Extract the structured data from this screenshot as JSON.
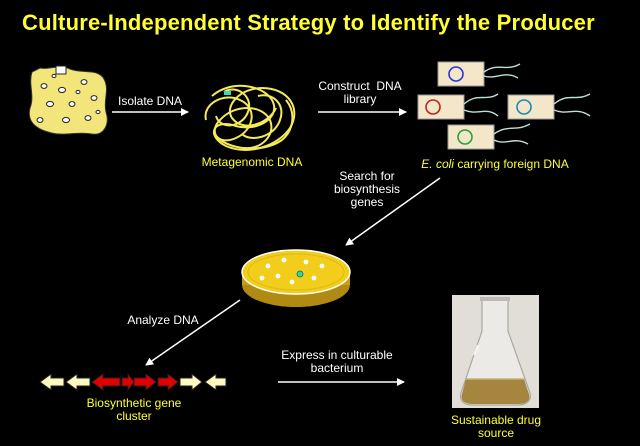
{
  "title": "Culture-Independent Strategy to Identify the Producer",
  "steps": {
    "isolate_dna": "Isolate DNA",
    "construct_library_line1": "Construct  DNA",
    "construct_library_line2": "library",
    "search_line1": "Search for",
    "search_line2": "biosynthesis",
    "search_line3": "genes",
    "analyze_dna": "Analyze DNA",
    "express_line1": "Express in culturable",
    "express_line2": "bacterium"
  },
  "labels": {
    "metagenomic_dna": "Metagenomic DNA",
    "ecoli_italic": "E. coli",
    "ecoli_rest": " carrying foreign DNA",
    "gene_cluster_line1": "Biosynthetic gene",
    "gene_cluster_line2": "cluster",
    "drug_source_line1": "Sustainable drug",
    "drug_source_line2": "source"
  },
  "colors": {
    "title": "#ffff33",
    "caption": "#ffff33",
    "soil": "#f2e67a",
    "dna": "#f5ea5a",
    "cell": "#f4e6c8",
    "plate": "#f2cd1c",
    "gene_red": "#e00000",
    "gene_yellow": "#fff9c0"
  }
}
